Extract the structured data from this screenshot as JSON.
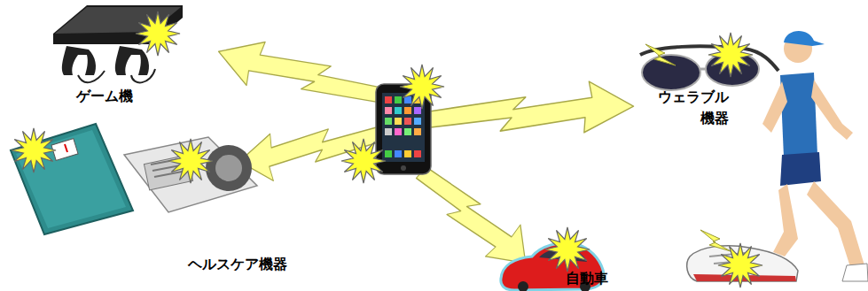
{
  "diagram": {
    "labels": [
      "ゲーム機",
      "ヘルスケア機器",
      "自動車",
      "ウェラブル 機器"
    ]
  }
}
